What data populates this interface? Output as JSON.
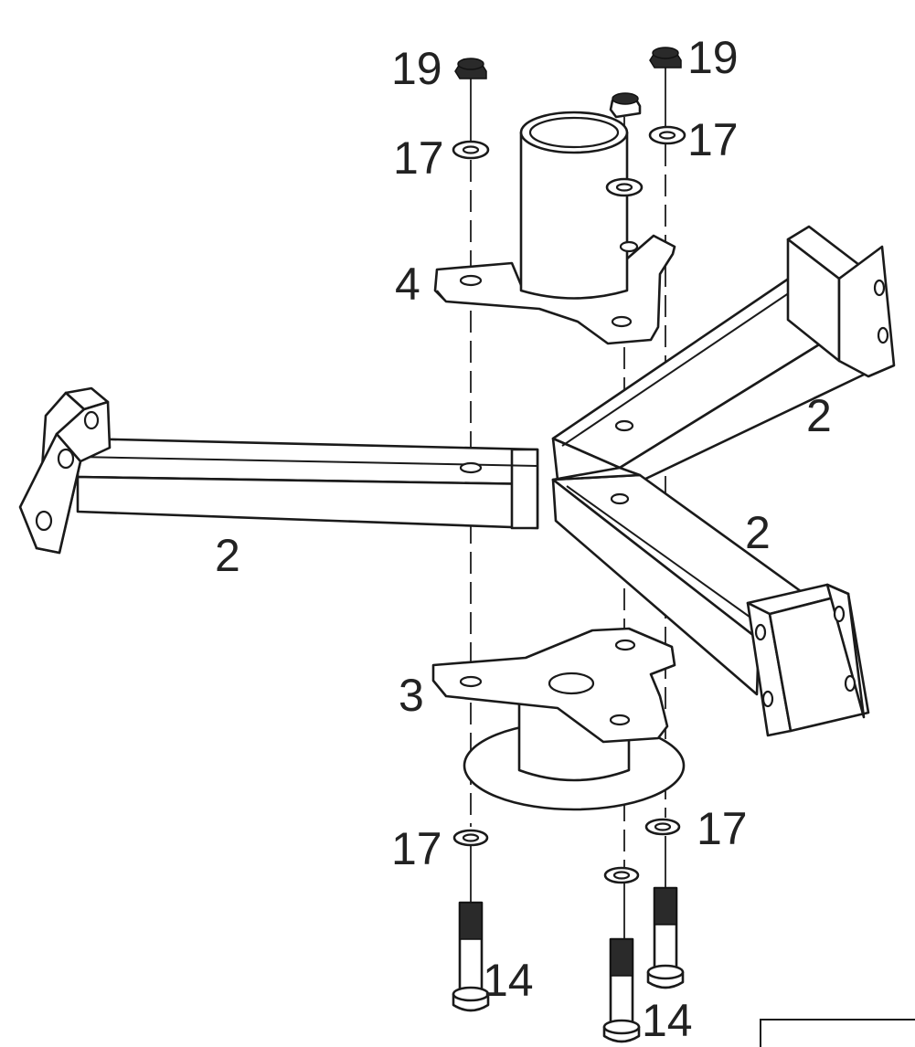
{
  "diagram": {
    "labels": {
      "nut_left": "19",
      "nut_right": "19",
      "washer_top_left": "17",
      "washer_top_right": "17",
      "top_bracket": "4",
      "arm_right": "2",
      "arm_left": "2",
      "arm_front": "2",
      "bottom_bracket": "3",
      "washer_bottom_left": "17",
      "washer_bottom_right": "17",
      "bolt_left": "14",
      "bolt_center": "14"
    },
    "colors": {
      "line": "#1a1a1a",
      "background": "#ffffff"
    }
  }
}
